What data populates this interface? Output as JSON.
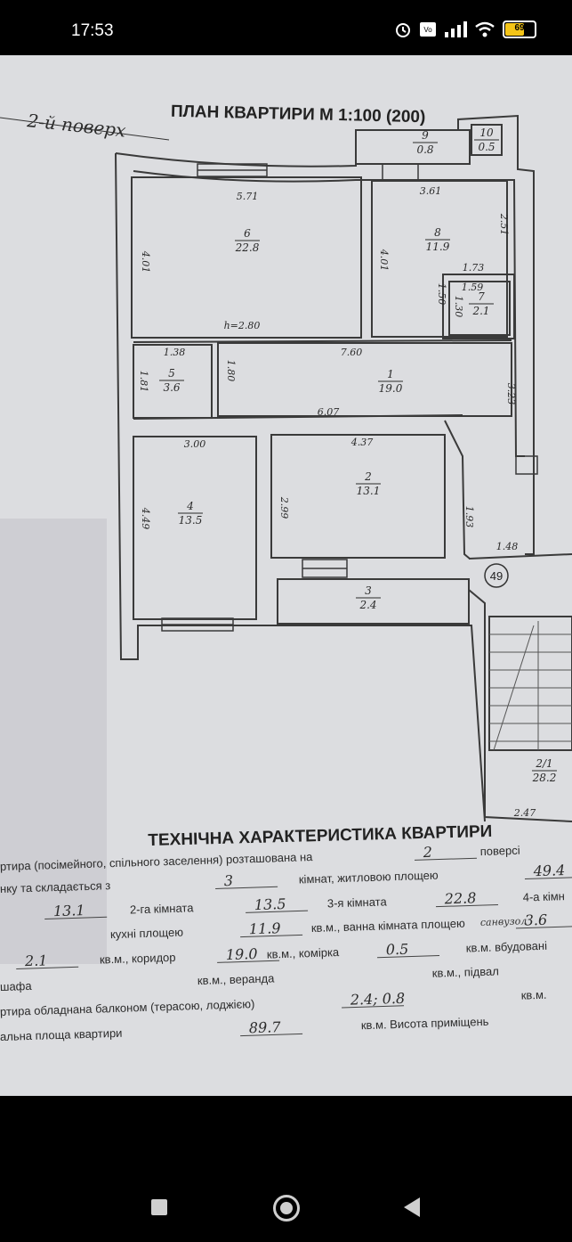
{
  "status_bar": {
    "time": "17:53",
    "battery_percent": "69",
    "icons": [
      "alarm-icon",
      "volte-icon",
      "signal-icon",
      "wifi-icon",
      "battery-icon"
    ]
  },
  "plan": {
    "title": "ПЛАН КВАРТИРИ М 1:100 (200)",
    "handwritten_floor": "2-й поверх",
    "rooms": [
      {
        "num": "6",
        "area": "22.8"
      },
      {
        "num": "8",
        "area": "11.9"
      },
      {
        "num": "9",
        "area": "0.8"
      },
      {
        "num": "10",
        "area": "0.5"
      },
      {
        "num": "7",
        "area": "2.1"
      },
      {
        "num": "5",
        "area": "3.6"
      },
      {
        "num": "1",
        "area": "19.0"
      },
      {
        "num": "2",
        "area": "13.1"
      },
      {
        "num": "4",
        "area": "13.5"
      },
      {
        "num": "3",
        "area": "2.4"
      },
      {
        "num": "2/1",
        "area": "28.2"
      }
    ],
    "dimensions": [
      "5.71",
      "3.61",
      "4.01",
      "4.01",
      "2.51",
      "1.73",
      "1.50",
      "1.30",
      "1.59",
      "h=2.80",
      "7.60",
      "1.38",
      "1.81",
      "1.80",
      "3.23",
      "6.07",
      "3.00",
      "4.37",
      "2.99",
      "4.49",
      "1.93",
      "1.48",
      "2.47"
    ],
    "stair_marker": "49"
  },
  "characteristics": {
    "title": "ТЕХНІЧНА ХАРАКТЕРИСТИКА КВАРТИРИ",
    "lines": [
      [
        "ртира (посімейного, спільного заселення) розташована на",
        "2",
        "поверсі"
      ],
      [
        "нку та складається з",
        "3",
        "кімнат, житловою площею",
        "49.4"
      ],
      [
        "13.1",
        "2-га кімната",
        "13.5",
        "3-я кімната",
        "22.8",
        "4-а кімн"
      ],
      [
        "кухні площею",
        "11.9",
        "кв.м., ванна кімната площею",
        "3.6"
      ],
      [
        "2.1",
        "кв.м., коридор",
        "19.0",
        "кв.м., комірка",
        "0.5",
        "кв.м. вбудовані"
      ],
      [
        "шафа",
        "кв.м., веранда",
        "кв.м., підвал"
      ],
      [
        "ртира обладнана балконом (терасою, лоджією)",
        "2.4; 0.8",
        "кв.м."
      ],
      [
        "альна площа квартири",
        "89.7",
        "кв.м. Висота приміщень"
      ]
    ],
    "handwritten_note": "санвузол"
  }
}
